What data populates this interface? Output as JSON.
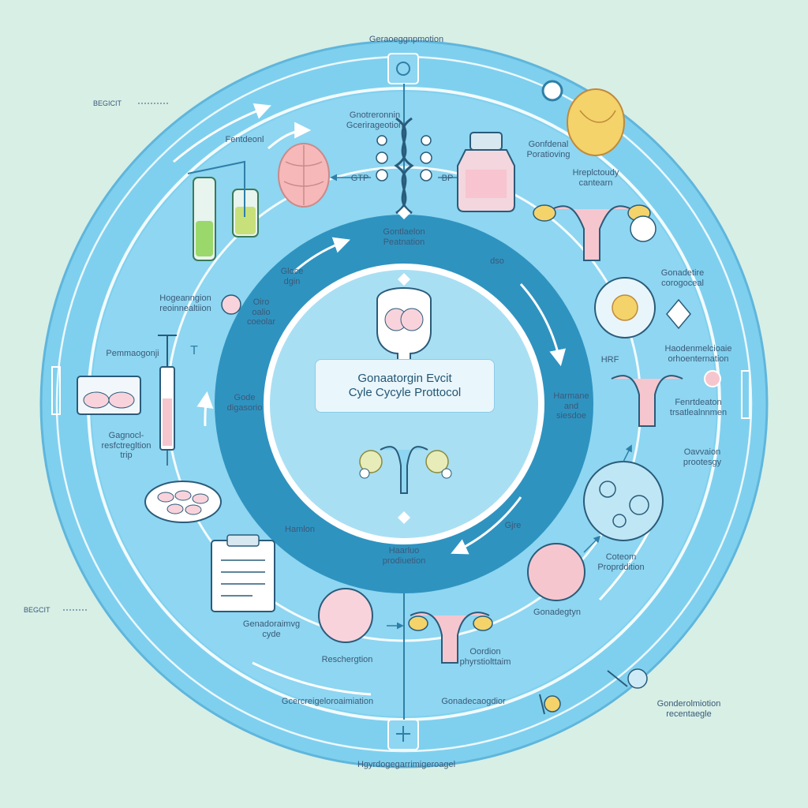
{
  "title": {
    "line1": "Gonaatorgin Evcit",
    "line2": "Cyle Cycyle Prottocol"
  },
  "colors": {
    "background": "#d8efe6",
    "outer_ring": "#7fd0ee",
    "inner_ring": "#2f93c0",
    "center": "#a9dff3",
    "label_text": "#3a5a78",
    "accent_pink": "#f6c6cf",
    "accent_yellow": "#f4d36a"
  },
  "labels": {
    "top_header": "Geraoeggnpmotion",
    "bottom_header": "Hgyrdogegarrimigeroagel",
    "left_top_tag": "BEGICIT",
    "left_bottom_tag": "BEGCIT",
    "gonadotropin_release": "Gnotreronnin\nGcerirageotion",
    "gtp": "GTP",
    "bp": "BP",
    "hormonal": "Fentdeonl",
    "gonadal_feedback": "Gonfdenal\nPoratioving",
    "hormonal_release": "Hreplctoudy\ncantearn",
    "gonadal_receptor": "Gonadetire\ncorogoceal",
    "hormonal_stimulation": "Haodenmelcioaie\norhoenternation",
    "hrf": "HRF",
    "hormonal_stimulation2": "Fenrtdeaton\ntrsatlealnnmen",
    "ovarian_processing": "Oavvaion\nprootesgy",
    "ovarian_production": "Coteom\nProprddition",
    "gonadotropin": "Gonadegtyn",
    "ovarian_phase": "Oordion\nphyrstiolttaim",
    "reproduction": "Reschergtion",
    "gonadotropic_cycle": "Genadoraimvg\ncyde",
    "geonad_restimulation": "Gagnocl-\nresfctregltion\ntrip",
    "pharmacology": "Pemmaogonji",
    "hormonal_regulation": "Hogeanngion\nreoinnealtiion",
    "gonadotropic_regulation": "Gcercreigeloroaimiation",
    "gonadal_receptor_bottom": "Gonadecaogdior",
    "gonadotropin_receptor": "Gonderolmiotion\nrecentaegle",
    "inner_top": "Gontlaelon\nPeatnation",
    "inner_left_top": "Gloce\ndgin",
    "inner_left_mid": "Oiro\noalio\ncoeolar",
    "inner_left_low": "Gode\ndigasorio",
    "inner_right_top": "dso",
    "inner_right_mid": "Harmane\nand\nsiesdoe",
    "inner_bottom_left": "Hamlon",
    "inner_bottom_right": "Gjre",
    "inner_bottom": "Haarluo\nprodiuetion",
    "t_mark": "T"
  }
}
